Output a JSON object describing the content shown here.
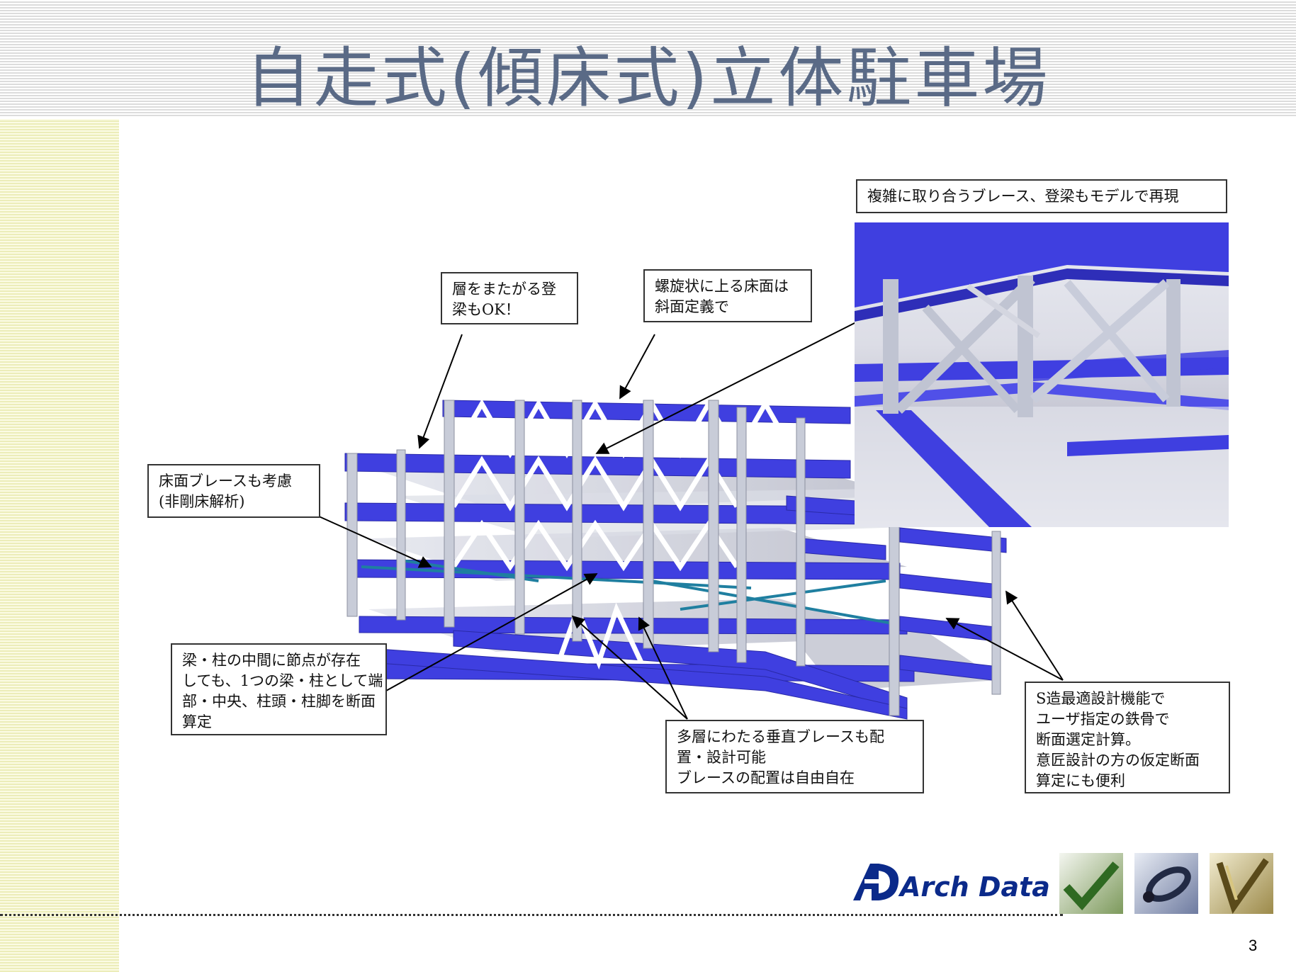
{
  "slide": {
    "title": "自走式(傾床式)立体駐車場",
    "page_number": "3"
  },
  "callouts": {
    "complex": [
      "複雑に取り合うブレース、登梁もモデルで再現"
    ],
    "slope_beam": [
      "層をまたがる登",
      "梁もOK！"
    ],
    "spiral_floor": [
      "螺旋状に上る床面は",
      "斜面定義で"
    ],
    "floor_brace": [
      "床面ブレースも考慮",
      "(非剛床解析)"
    ],
    "intermediate_node": [
      "梁・柱の中間に節点が存在",
      "しても、1つの梁・柱として端",
      "部・中央、柱頭・柱脚を断面",
      "算定"
    ],
    "vertical_brace": [
      "多層にわたる垂直ブレースも配",
      "置・設計可能",
      "ブレースの配置は自由自在"
    ],
    "steel_design": [
      "S造最適設計機能で",
      "ユーザ指定の鉄骨で",
      "断面選定計算。",
      "意匠設計の方の仮定断面",
      "算定にも便利"
    ]
  },
  "footer": {
    "brand_name": "Arch Data"
  },
  "colors": {
    "title": "#5a6a86",
    "beam_blue": "#3f3fe0",
    "column_grey": "#c8ccd8",
    "brace_white": "#ffffff",
    "floor_brace_teal": "#1f7fa0",
    "brand_blue": "#0b2a8a"
  },
  "icons": [
    "structure-check-icon",
    "structure-ring-icon",
    "structure-v-icon"
  ]
}
